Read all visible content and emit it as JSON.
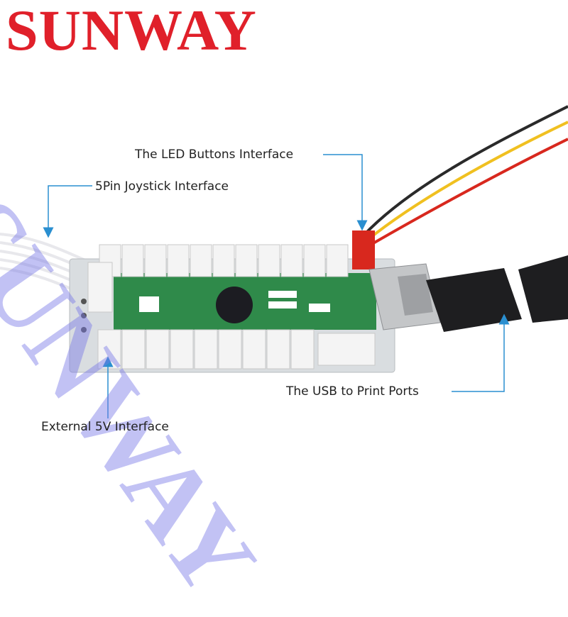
{
  "brand": "SUNWAY",
  "watermark": "SUNWAY",
  "callouts": {
    "led": "The LED Buttons Interface",
    "joystick": "5Pin Joystick Interface",
    "usb": "The USB to Print Ports",
    "external": "External 5V Interface"
  },
  "colors": {
    "brand": "#e0202a",
    "watermark": "#7878e6",
    "callout_line": "#2a8fd0",
    "pcb": "#2f8a4a",
    "wire_red": "#d8281e",
    "wire_yellow": "#f0c020",
    "wire_black": "#2a2a2a"
  }
}
